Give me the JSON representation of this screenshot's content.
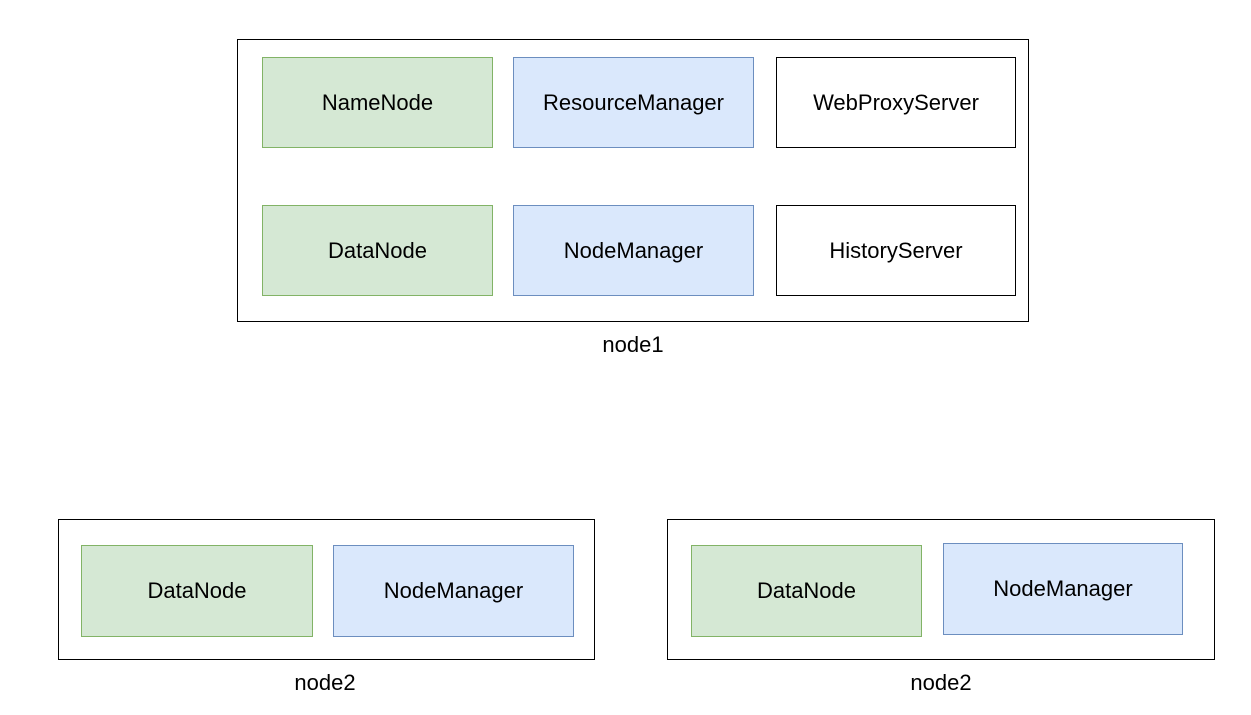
{
  "colors": {
    "hdfs_fill": "#d5e8d4",
    "hdfs_stroke": "#82b366",
    "yarn_fill": "#dae8fc",
    "yarn_stroke": "#6c8ebf",
    "plain_fill": "#ffffff",
    "plain_stroke": "#000000"
  },
  "nodes": [
    {
      "label": "node1",
      "services": [
        "NameNode",
        "ResourceManager",
        "WebProxyServer",
        "DataNode",
        "NodeManager",
        "HistoryServer"
      ]
    },
    {
      "label": "node2",
      "services": [
        "DataNode",
        "NodeManager"
      ]
    },
    {
      "label": "node2",
      "services": [
        "DataNode",
        "NodeManager"
      ]
    }
  ]
}
